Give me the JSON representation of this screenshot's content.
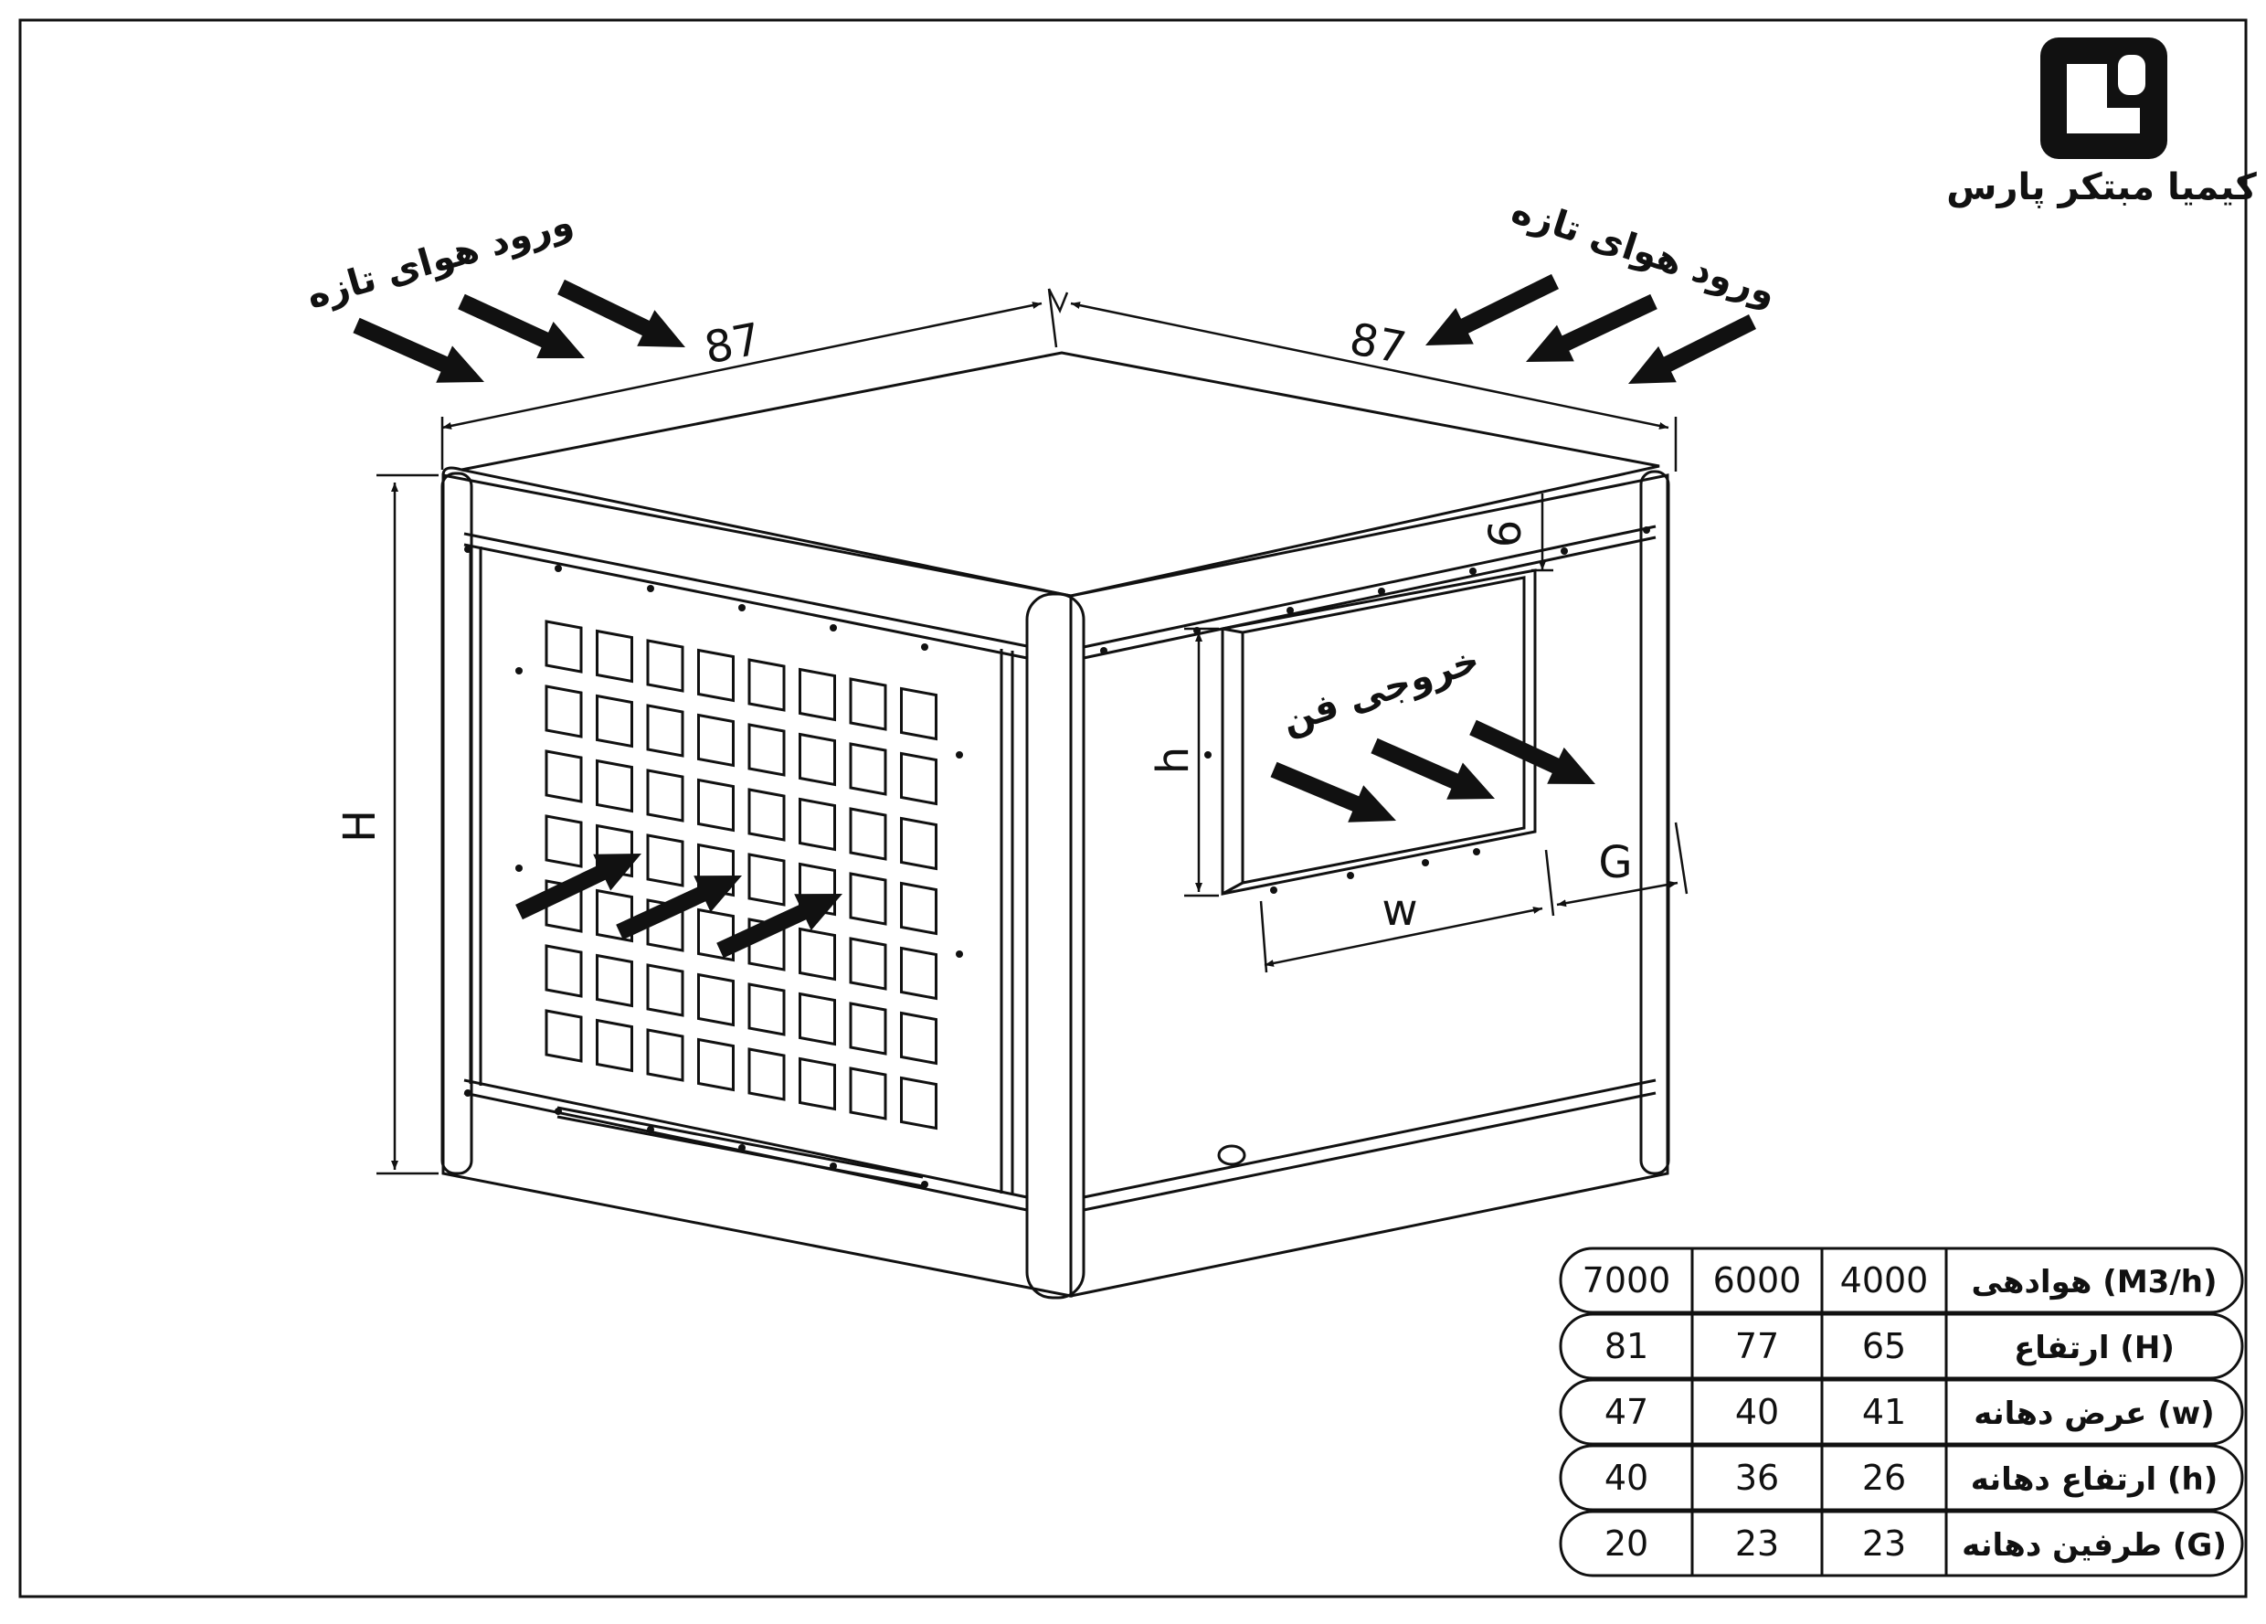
{
  "logo": {
    "name": "کیمیا مبتکر پارس"
  },
  "labels": {
    "intake_left": "ورود هوای تازه",
    "intake_right": "ورود هوای تازه",
    "fan_outlet": "خروجی فن"
  },
  "dimensions": {
    "width_left": "87",
    "width_right": "87",
    "height": "H",
    "outlet_height": "h",
    "outlet_width": "w",
    "outlet_margin": "G",
    "outlet_top_offset": "6"
  },
  "spec_table": {
    "rows": [
      {
        "label": "هوادهی (M3/h)",
        "values": [
          "4000",
          "6000",
          "7000"
        ]
      },
      {
        "label": "ارتفاع (H)",
        "values": [
          "65",
          "77",
          "81"
        ]
      },
      {
        "label": "عرض دهانه (w)",
        "values": [
          "41",
          "40",
          "47"
        ]
      },
      {
        "label": "ارتفاع دهانه (h)",
        "values": [
          "26",
          "36",
          "40"
        ]
      },
      {
        "label": "طرفین دهانه (G)",
        "values": [
          "23",
          "23",
          "20"
        ]
      }
    ]
  }
}
